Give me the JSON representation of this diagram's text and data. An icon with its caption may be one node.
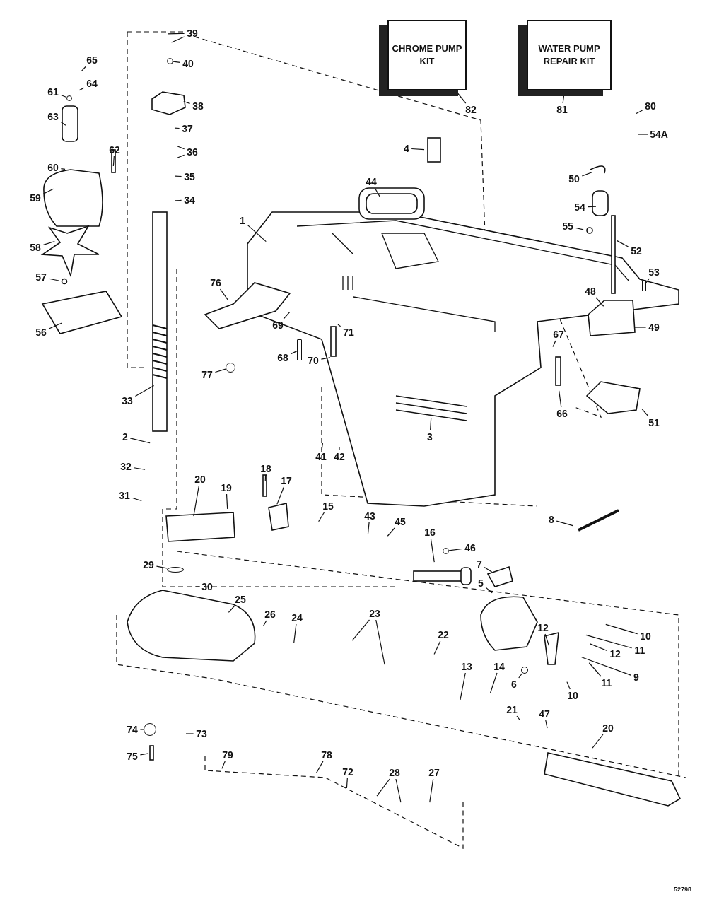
{
  "diagram": {
    "nodes": [
      {
        "text": [
          "CHROME PUMP KIT"
        ]
      },
      {
        "text": [
          "WATER PUMP REPAIR KIT"
        ]
      },
      {
        "text": [
          "39"
        ]
      },
      {
        "text": [
          "65"
        ]
      },
      {
        "text": [
          "40"
        ]
      },
      {
        "text": [
          "61"
        ]
      },
      {
        "text": [
          "64"
        ]
      },
      {
        "text": [
          "38"
        ]
      },
      {
        "text": [
          "37"
        ]
      },
      {
        "text": [
          "63"
        ]
      },
      {
        "text": [
          "36"
        ]
      },
      {
        "text": [
          "62"
        ]
      },
      {
        "text": [
          "60"
        ]
      },
      {
        "text": [
          "35"
        ]
      },
      {
        "text": [
          "59"
        ]
      },
      {
        "text": [
          "34"
        ]
      },
      {
        "text": [
          "58"
        ]
      },
      {
        "text": [
          "57"
        ]
      },
      {
        "text": [
          "56"
        ]
      },
      {
        "text": [
          "82"
        ]
      },
      {
        "text": [
          "81"
        ]
      },
      {
        "text": [
          "4"
        ]
      },
      {
        "text": [
          "80"
        ]
      },
      {
        "text": [
          "54A"
        ]
      },
      {
        "text": [
          "44"
        ]
      },
      {
        "text": [
          "50"
        ]
      },
      {
        "text": [
          "54"
        ]
      },
      {
        "text": [
          "1"
        ]
      },
      {
        "text": [
          "55"
        ]
      },
      {
        "text": [
          "52"
        ]
      },
      {
        "text": [
          "53"
        ]
      },
      {
        "text": [
          "76"
        ]
      },
      {
        "text": [
          "48"
        ]
      },
      {
        "text": [
          "49"
        ]
      },
      {
        "text": [
          "69"
        ]
      },
      {
        "text": [
          "71"
        ]
      },
      {
        "text": [
          "68"
        ]
      },
      {
        "text": [
          "70"
        ]
      },
      {
        "text": [
          "67"
        ]
      },
      {
        "text": [
          "77"
        ]
      },
      {
        "text": [
          "66"
        ]
      },
      {
        "text": [
          "33"
        ]
      },
      {
        "text": [
          "51"
        ]
      },
      {
        "text": [
          "3"
        ]
      },
      {
        "text": [
          "2"
        ]
      },
      {
        "text": [
          "41"
        ]
      },
      {
        "text": [
          "42"
        ]
      },
      {
        "text": [
          "32"
        ]
      },
      {
        "text": [
          "18"
        ]
      },
      {
        "text": [
          "31"
        ]
      },
      {
        "text": [
          "20"
        ]
      },
      {
        "text": [
          "19"
        ]
      },
      {
        "text": [
          "17"
        ]
      },
      {
        "text": [
          "15"
        ]
      },
      {
        "text": [
          "43"
        ]
      },
      {
        "text": [
          "45"
        ]
      },
      {
        "text": [
          "46"
        ]
      },
      {
        "text": [
          "8"
        ]
      },
      {
        "text": [
          "16"
        ]
      },
      {
        "text": [
          "7"
        ]
      },
      {
        "text": [
          "29"
        ]
      },
      {
        "text": [
          "30"
        ]
      },
      {
        "text": [
          "5"
        ]
      },
      {
        "text": [
          "25"
        ]
      },
      {
        "text": [
          "26"
        ]
      },
      {
        "text": [
          "24"
        ]
      },
      {
        "text": [
          "23"
        ]
      },
      {
        "text": [
          "22"
        ]
      },
      {
        "text": [
          "12"
        ]
      },
      {
        "text": [
          "10"
        ]
      },
      {
        "text": [
          "11"
        ]
      },
      {
        "text": [
          "12"
        ]
      },
      {
        "text": [
          "9"
        ]
      },
      {
        "text": [
          "11"
        ]
      },
      {
        "text": [
          "13"
        ]
      },
      {
        "text": [
          "14"
        ]
      },
      {
        "text": [
          "10"
        ]
      },
      {
        "text": [
          "6"
        ]
      },
      {
        "text": [
          "21"
        ]
      },
      {
        "text": [
          "47"
        ]
      },
      {
        "text": [
          "74"
        ]
      },
      {
        "text": [
          "73"
        ]
      },
      {
        "text": [
          "20"
        ]
      },
      {
        "text": [
          "75"
        ]
      },
      {
        "text": [
          "79"
        ]
      },
      {
        "text": [
          "78"
        ]
      },
      {
        "text": [
          "72"
        ]
      },
      {
        "text": [
          "28"
        ]
      },
      {
        "text": [
          "27"
        ]
      },
      {
        "text": [],
        "shape": "circle"
      },
      {
        "text": [],
        "shape": "box"
      },
      {
        "text": [],
        "shape": "circle"
      },
      {
        "text": [],
        "shape": "circle"
      },
      {
        "text": [],
        "shape": "circle"
      },
      {
        "text": [],
        "shape": "circle"
      },
      {
        "text": [],
        "shape": "circle"
      },
      {
        "text": [],
        "shape": "circle"
      },
      {
        "text": [],
        "shape": "box"
      }
    ],
    "edges": [
      {
        "from": 2,
        "to": null,
        "arrow": "none"
      },
      {
        "from": 2,
        "to": null,
        "arrow": "none"
      },
      {
        "from": 3,
        "to": null,
        "arrow": "none"
      },
      {
        "from": 4,
        "to": 89,
        "arrow": "none"
      },
      {
        "from": 5,
        "to": 93,
        "arrow": "none"
      },
      {
        "from": 6,
        "to": null,
        "arrow": "none"
      },
      {
        "from": 7,
        "to": null,
        "arrow": "none"
      },
      {
        "from": 8,
        "to": null,
        "arrow": "none"
      },
      {
        "from": 9,
        "to": null,
        "arrow": "none"
      },
      {
        "from": 10,
        "to": null,
        "arrow": "none"
      },
      {
        "from": 10,
        "to": null,
        "arrow": "none"
      },
      {
        "from": 11,
        "to": null,
        "arrow": "none"
      },
      {
        "from": 12,
        "to": null,
        "arrow": "none"
      },
      {
        "from": 13,
        "to": null,
        "arrow": "none"
      },
      {
        "from": 14,
        "to": null,
        "arrow": "none"
      },
      {
        "from": 15,
        "to": null,
        "arrow": "none"
      },
      {
        "from": 16,
        "to": null,
        "arrow": "none"
      },
      {
        "from": 17,
        "to": null,
        "arrow": "none"
      },
      {
        "from": 18,
        "to": null,
        "arrow": "none"
      },
      {
        "from": 19,
        "to": 0,
        "arrow": "none"
      },
      {
        "from": 20,
        "to": 1,
        "arrow": "none"
      },
      {
        "from": 21,
        "to": null,
        "arrow": "none"
      },
      {
        "from": 22,
        "to": null,
        "arrow": "none"
      },
      {
        "from": 23,
        "to": null,
        "arrow": "none"
      },
      {
        "from": 24,
        "to": null,
        "arrow": "none"
      },
      {
        "from": 25,
        "to": null,
        "arrow": "none"
      },
      {
        "from": 26,
        "to": null,
        "arrow": "none"
      },
      {
        "from": 27,
        "to": null,
        "arrow": "none"
      },
      {
        "from": 28,
        "to": null,
        "arrow": "none"
      },
      {
        "from": 29,
        "to": null,
        "arrow": "none"
      },
      {
        "from": 30,
        "to": 90,
        "arrow": "none"
      },
      {
        "from": 31,
        "to": null,
        "arrow": "none"
      },
      {
        "from": 32,
        "to": null,
        "arrow": "none"
      },
      {
        "from": 33,
        "to": null,
        "arrow": "none"
      },
      {
        "from": 34,
        "to": null,
        "arrow": "none"
      },
      {
        "from": 35,
        "to": null,
        "arrow": "none"
      },
      {
        "from": 36,
        "to": 97,
        "arrow": "none"
      },
      {
        "from": 37,
        "to": null,
        "arrow": "none"
      },
      {
        "from": 38,
        "to": null,
        "arrow": "none"
      },
      {
        "from": 39,
        "to": 94,
        "arrow": "none"
      },
      {
        "from": 40,
        "to": null,
        "arrow": "none"
      },
      {
        "from": 41,
        "to": null,
        "arrow": "none"
      },
      {
        "from": 42,
        "to": null,
        "arrow": "none"
      },
      {
        "from": 43,
        "to": null,
        "arrow": "none"
      },
      {
        "from": 44,
        "to": null,
        "arrow": "none"
      },
      {
        "from": 45,
        "to": null,
        "arrow": "none"
      },
      {
        "from": 46,
        "to": null,
        "arrow": "none"
      },
      {
        "from": 47,
        "to": null,
        "arrow": "none"
      },
      {
        "from": 48,
        "to": null,
        "arrow": "none"
      },
      {
        "from": 49,
        "to": null,
        "arrow": "none"
      },
      {
        "from": 50,
        "to": null,
        "arrow": "none"
      },
      {
        "from": 51,
        "to": null,
        "arrow": "none"
      },
      {
        "from": 52,
        "to": null,
        "arrow": "none"
      },
      {
        "from": 53,
        "to": null,
        "arrow": "none"
      },
      {
        "from": 54,
        "to": null,
        "arrow": "none"
      },
      {
        "from": 55,
        "to": null,
        "arrow": "none"
      },
      {
        "from": 56,
        "to": 91,
        "arrow": "none"
      },
      {
        "from": 57,
        "to": null,
        "arrow": "none"
      },
      {
        "from": 58,
        "to": null,
        "arrow": "none"
      },
      {
        "from": 59,
        "to": null,
        "arrow": "none"
      },
      {
        "from": 60,
        "to": 95,
        "arrow": "none"
      },
      {
        "from": 61,
        "to": null,
        "arrow": "none"
      },
      {
        "from": 62,
        "to": null,
        "arrow": "none"
      },
      {
        "from": 63,
        "to": null,
        "arrow": "none"
      },
      {
        "from": 64,
        "to": null,
        "arrow": "none"
      },
      {
        "from": 65,
        "to": null,
        "arrow": "none"
      },
      {
        "from": 66,
        "to": null,
        "arrow": "none"
      },
      {
        "from": 66,
        "to": null,
        "arrow": "none"
      },
      {
        "from": 67,
        "to": null,
        "arrow": "none"
      },
      {
        "from": 68,
        "to": null,
        "arrow": "none"
      },
      {
        "from": 69,
        "to": null,
        "arrow": "none"
      },
      {
        "from": 70,
        "to": null,
        "arrow": "none"
      },
      {
        "from": 71,
        "to": null,
        "arrow": "none"
      },
      {
        "from": 72,
        "to": null,
        "arrow": "none"
      },
      {
        "from": 73,
        "to": null,
        "arrow": "none"
      },
      {
        "from": 74,
        "to": null,
        "arrow": "none"
      },
      {
        "from": 75,
        "to": null,
        "arrow": "none"
      },
      {
        "from": 76,
        "to": null,
        "arrow": "none"
      },
      {
        "from": 77,
        "to": 92,
        "arrow": "none"
      },
      {
        "from": 78,
        "to": null,
        "arrow": "none"
      },
      {
        "from": 79,
        "to": null,
        "arrow": "none"
      },
      {
        "from": 80,
        "to": 96,
        "arrow": "none"
      },
      {
        "from": 81,
        "to": null,
        "arrow": "none"
      },
      {
        "from": 82,
        "to": null,
        "arrow": "none"
      },
      {
        "from": 83,
        "to": null,
        "arrow": "none"
      },
      {
        "from": 84,
        "to": null,
        "arrow": "none"
      },
      {
        "from": 85,
        "to": null,
        "arrow": "none"
      },
      {
        "from": 86,
        "to": null,
        "arrow": "none"
      },
      {
        "from": 87,
        "to": null,
        "arrow": "none"
      },
      {
        "from": 87,
        "to": null,
        "arrow": "none"
      },
      {
        "from": 88,
        "to": null,
        "arrow": "none"
      }
    ],
    "labels": [
      "52798"
    ]
  }
}
